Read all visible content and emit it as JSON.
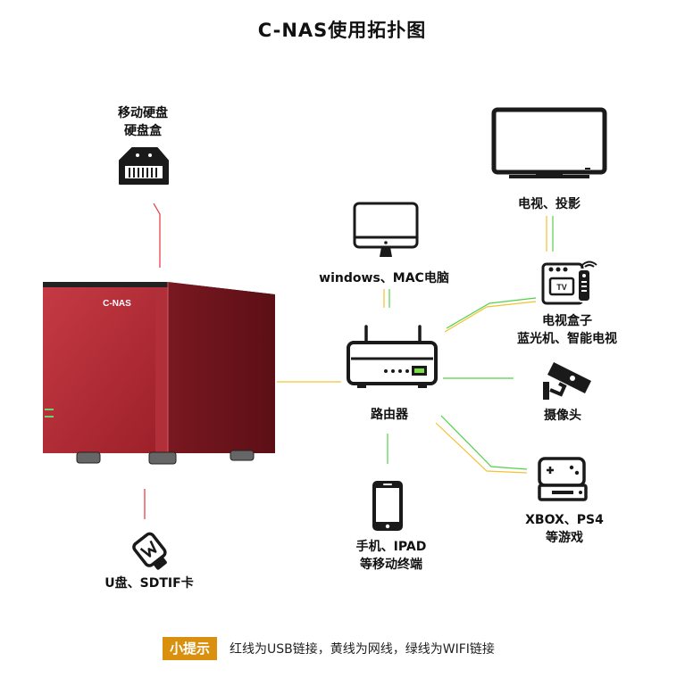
{
  "title": "C-NAS使用拓扑图",
  "nas_logo": "C-NAS",
  "labels": {
    "hdd_line1": "移动硬盘",
    "hdd_line2": "硬盘盒",
    "usb": "U盘、SDTIF卡",
    "pc": "windows、MAC电脑",
    "router": "路由器",
    "phone_line1": "手机、IPAD",
    "phone_line2": "等移动终端",
    "tv": "电视、投影",
    "tvbox_line1": "电视盒子",
    "tvbox_line2": "蓝光机、智能电视",
    "camera": "摄像头",
    "console_line1": "XBOX、PS4",
    "console_line2": "等游戏"
  },
  "tip": {
    "badge": "小提示",
    "text": "红线为USB链接，黄线为网线，绿线为WIFI链接"
  },
  "colors": {
    "usb_line": "#e8333b",
    "lan_line": "#f2c230",
    "wifi_line": "#53d14a",
    "nas_body": "#a3262e",
    "tip_badge": "#d9900f"
  },
  "icons": [
    "hard-drive-icon",
    "usb-drive-icon",
    "monitor-icon",
    "router-icon",
    "smartphone-icon",
    "tv-icon",
    "tv-box-icon",
    "security-camera-icon",
    "game-console-icon"
  ]
}
